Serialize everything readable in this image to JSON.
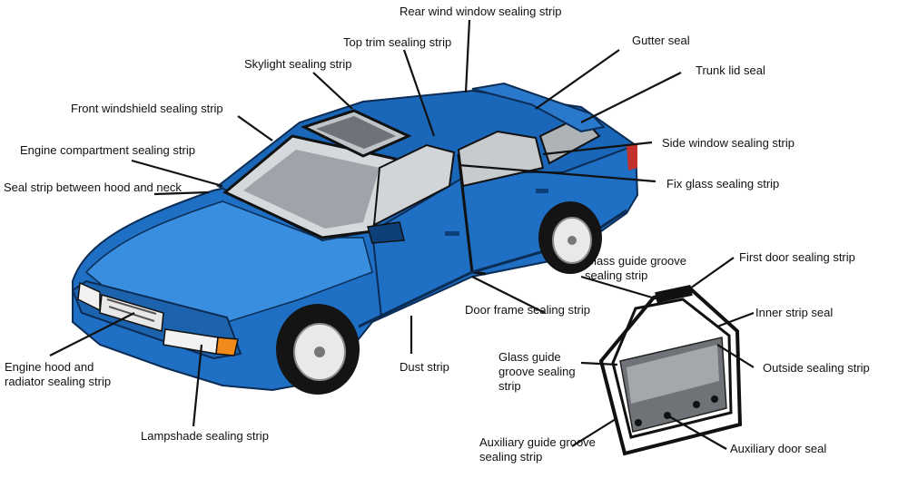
{
  "labels": {
    "rear_wind_window": "Rear wind window sealing strip",
    "top_trim": "Top trim sealing strip",
    "gutter_seal": "Gutter seal",
    "trunk_lid_seal": "Trunk lid seal",
    "skylight": "Skylight sealing strip",
    "front_windshield": "Front windshield sealing strip",
    "engine_compartment": "Engine compartment sealing strip",
    "hood_neck": "Seal strip between hood and neck",
    "side_window": "Side window sealing strip",
    "fix_glass": "Fix glass sealing strip",
    "glass_guide_groove_top": "Glass guide groove\nsealing strip",
    "first_door": "First door sealing strip",
    "inner_strip": "Inner strip seal",
    "door_frame": "Door frame sealing strip",
    "outside_strip": "Outside sealing strip",
    "engine_hood_radiator": "Engine hood and\nradiator sealing strip",
    "dust_strip": "Dust strip",
    "glass_guide_groove_mid": "Glass guide\ngroove sealing\nstrip",
    "lampshade": "Lampshade sealing strip",
    "auxiliary_guide_groove": "Auxiliary guide groove\nsealing strip",
    "auxiliary_door": "Auxiliary door seal"
  },
  "colors": {
    "car_body": "#1f6fc4",
    "car_dark": "#0f4f96",
    "car_light": "#3a8ee0",
    "glass": "#cfd3d6",
    "leader": "#111111"
  }
}
